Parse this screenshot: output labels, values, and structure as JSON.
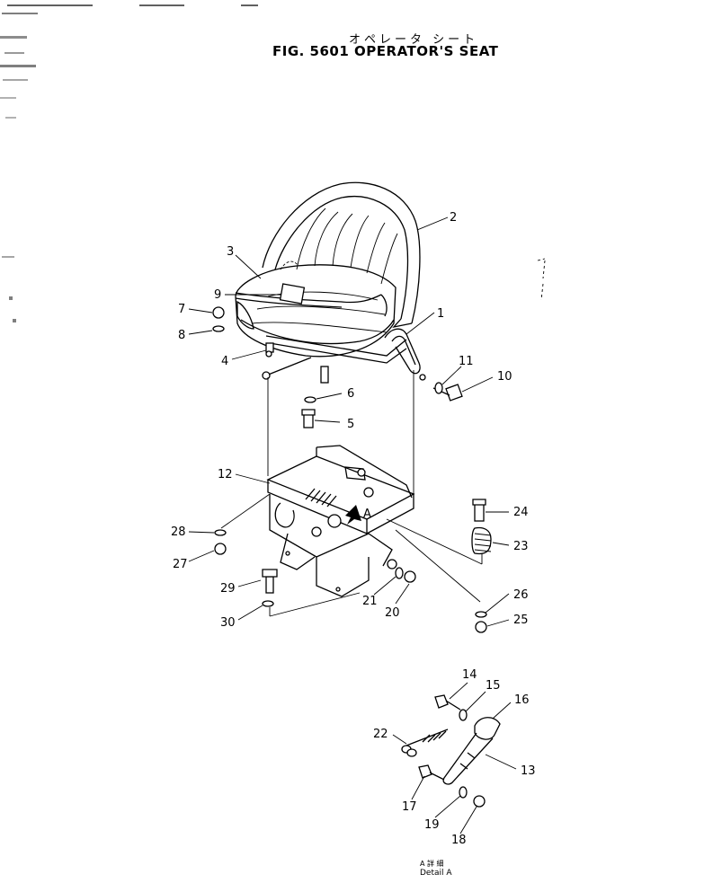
{
  "header": {
    "title_jp": "オペレータ シート",
    "title": "FIG. 5601  OPERATOR'S SEAT"
  },
  "detail": {
    "caption_jp": "A 詳 細",
    "caption": "Detail A",
    "letter": "A"
  },
  "parts": [
    {
      "no": "1"
    },
    {
      "no": "2"
    },
    {
      "no": "3"
    },
    {
      "no": "4"
    },
    {
      "no": "5"
    },
    {
      "no": "6"
    },
    {
      "no": "7"
    },
    {
      "no": "8"
    },
    {
      "no": "9"
    },
    {
      "no": "10"
    },
    {
      "no": "11"
    },
    {
      "no": "12"
    },
    {
      "no": "13"
    },
    {
      "no": "14"
    },
    {
      "no": "15"
    },
    {
      "no": "16"
    },
    {
      "no": "17"
    },
    {
      "no": "18"
    },
    {
      "no": "19"
    },
    {
      "no": "20"
    },
    {
      "no": "21"
    },
    {
      "no": "22"
    },
    {
      "no": "23"
    },
    {
      "no": "24"
    },
    {
      "no": "25"
    },
    {
      "no": "26"
    },
    {
      "no": "27"
    },
    {
      "no": "28"
    },
    {
      "no": "29"
    },
    {
      "no": "30"
    }
  ]
}
